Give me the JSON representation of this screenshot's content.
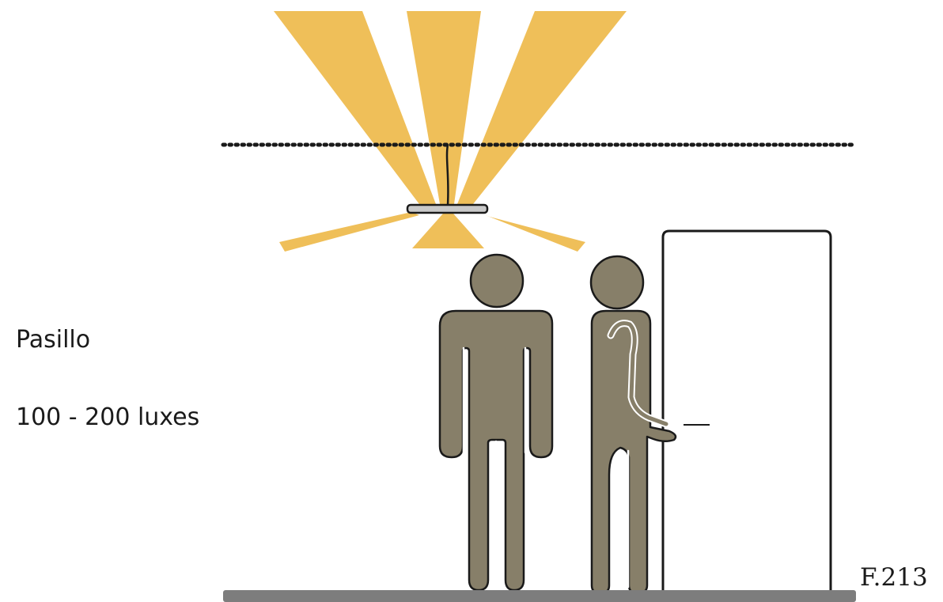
{
  "room_label": "Pasillo",
  "illuminance_label": "100 - 200 luxes",
  "figure_number": "F.213",
  "colors": {
    "light_beam": "#EFBF59",
    "figure_fill": "#877F69",
    "outline": "#1a1a1a",
    "floor": "#7d7d7d",
    "lamp_fill": "#c9c9c9"
  }
}
